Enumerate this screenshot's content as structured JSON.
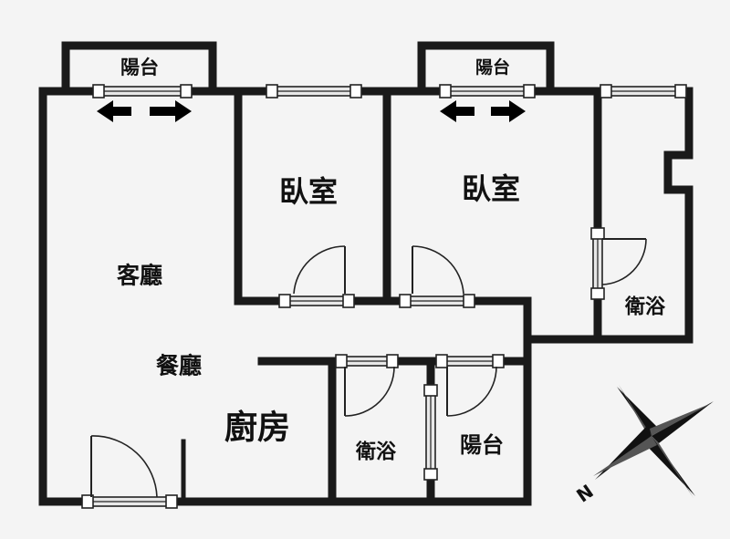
{
  "rooms": {
    "balcony_top_left": "陽台",
    "balcony_top_right": "陽台",
    "bedroom_1": "臥室",
    "bedroom_2": "臥室",
    "living_room": "客廳",
    "dining_room": "餐廳",
    "kitchen": "廚房",
    "bathroom_right": "衛浴",
    "bathroom_bottom": "衛浴",
    "balcony_bottom": "陽台"
  },
  "compass": {
    "north_label": "N"
  },
  "colors": {
    "wall": "#1a1a1a",
    "background": "#f4f4f4"
  },
  "icons": [
    "double-arrow-icon",
    "compass-rose-icon"
  ]
}
